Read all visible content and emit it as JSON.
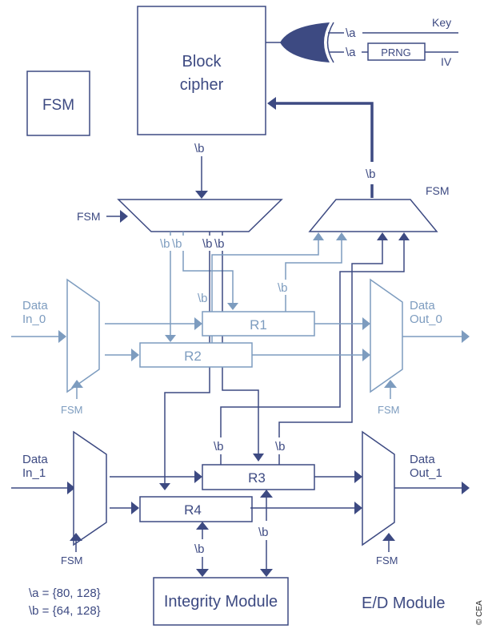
{
  "colors": {
    "dark": "#3d4a82",
    "light": "#7d9cbf",
    "background": "#ffffff"
  },
  "blocks": {
    "fsm_main": "FSM",
    "block_cipher": [
      "Block",
      "cipher"
    ],
    "prng": "PRNG",
    "integrity_module": "Integrity Module",
    "ed_module": "E/D Module",
    "r1": "R1",
    "r2": "R2",
    "r3": "R3",
    "r4": "R4"
  },
  "signals": {
    "key": "Key",
    "iv": "IV",
    "a_key": "\\a",
    "a_iv": "\\a",
    "b_cipher_out": "\\b",
    "b_feedback": "\\b",
    "fsm_top_left_mux": "FSM",
    "fsm_top_right_mux": "FSM",
    "demux_outputs": [
      "\\b",
      "\\b",
      "\\b",
      "\\b"
    ],
    "b_r1_in": "\\b",
    "b_r1_out": "\\b",
    "data_in_0": [
      "Data",
      "In_0"
    ],
    "data_out_0": [
      "Data",
      "Out_0"
    ],
    "fsm_in0_mux": "FSM",
    "fsm_out0_mux": "FSM",
    "b_r3_left": "\\b",
    "b_r3_right": "\\b",
    "data_in_1": [
      "Data",
      "In_1"
    ],
    "data_out_1": [
      "Data",
      "Out_1"
    ],
    "fsm_in1_mux": "FSM",
    "fsm_out1_mux": "FSM",
    "b_r4_integrity": "\\b",
    "b_r3_integrity": "\\b"
  },
  "legend": {
    "a_def": "\\a = {80, 128}",
    "b_def": "\\b = {64, 128}"
  },
  "copyright": "© CEA"
}
